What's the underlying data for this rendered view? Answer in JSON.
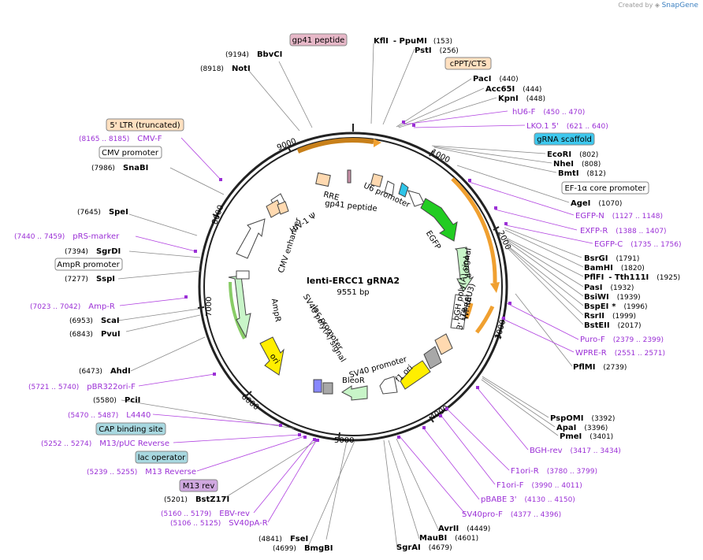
{
  "credit": {
    "prefix": "Created by",
    "brand": "SnapGene"
  },
  "plasmid": {
    "name": "lenti-ERCC1 gRNA2",
    "size": "9551 bp",
    "total_bp": 9551
  },
  "ticks": [
    "1000",
    "2000",
    "3000",
    "4000",
    "5000",
    "6000",
    "7000",
    "8000",
    "9000"
  ],
  "colors": {
    "primer": "#9b30d6",
    "backbone": "#222222",
    "feature_green": "#22cc22",
    "feature_lightgreen": "#c8f5c8",
    "feature_yellow": "#ffee00",
    "feature_orange": "#ffd9b0",
    "feature_gray": "#a8a8a8",
    "feature_cyan": "#2ec4e8",
    "feature_pink": "#c890a8",
    "arrow_orange": "#f0a030"
  },
  "enzymes_right": [
    {
      "name": "KflI",
      "extra": "- PpuMI",
      "pos": "(153)"
    },
    {
      "name": "PstI",
      "pos": "(256)"
    },
    {
      "name": "PacI",
      "pos": "(440)"
    },
    {
      "name": "Acc65I",
      "pos": "(444)"
    },
    {
      "name": "KpnI",
      "pos": "(448)"
    },
    {
      "name": "EcoRI",
      "pos": "(802)"
    },
    {
      "name": "NheI",
      "pos": "(808)"
    },
    {
      "name": "BmtI",
      "pos": "(812)"
    },
    {
      "name": "AgeI",
      "pos": "(1070)"
    },
    {
      "name": "BsrGI",
      "pos": "(1791)"
    },
    {
      "name": "BamHI",
      "pos": "(1820)"
    },
    {
      "name": "PflFI",
      "extra": "- Tth111I",
      "pos": "(1925)"
    },
    {
      "name": "PasI",
      "pos": "(1932)"
    },
    {
      "name": "BsiWI",
      "pos": "(1939)"
    },
    {
      "name": "BspEI",
      "extra": "*",
      "pos": "(1996)"
    },
    {
      "name": "RsrII",
      "pos": "(1999)"
    },
    {
      "name": "BstEII",
      "pos": "(2017)"
    },
    {
      "name": "PflMI",
      "pos": "(2739)"
    },
    {
      "name": "PspOMI",
      "pos": "(3392)"
    },
    {
      "name": "ApaI",
      "pos": "(3396)"
    },
    {
      "name": "PmeI",
      "pos": "(3401)"
    },
    {
      "name": "AvrII",
      "pos": "(4449)"
    },
    {
      "name": "MauBI",
      "pos": "(4601)"
    },
    {
      "name": "SgrAI",
      "pos": "(4679)"
    }
  ],
  "enzymes_left": [
    {
      "name": "BbvCI",
      "pos": "(9194)"
    },
    {
      "name": "NotI",
      "pos": "(8918)"
    },
    {
      "name": "SnaBI",
      "pos": "(7986)"
    },
    {
      "name": "SpeI",
      "pos": "(7645)"
    },
    {
      "name": "SgrDI",
      "pos": "(7394)"
    },
    {
      "name": "SspI",
      "pos": "(7277)"
    },
    {
      "name": "ScaI",
      "pos": "(6953)"
    },
    {
      "name": "PvuI",
      "pos": "(6843)"
    },
    {
      "name": "AhdI",
      "pos": "(6473)"
    },
    {
      "name": "PciI",
      "pos": "(5580)"
    },
    {
      "name": "BstZ17I",
      "pos": "(5201)"
    },
    {
      "name": "FseI",
      "pos": "(4841)"
    },
    {
      "name": "BmgBI",
      "pos": "(4699)"
    }
  ],
  "primers": [
    {
      "name": "hU6-F",
      "range": "(450 .. 470)"
    },
    {
      "name": "LKO.1 5'",
      "range": "(621 .. 640)"
    },
    {
      "name": "EGFP-N",
      "range": "(1127 .. 1148)"
    },
    {
      "name": "EXFP-R",
      "range": "(1388 .. 1407)"
    },
    {
      "name": "EGFP-C",
      "range": "(1735 .. 1756)"
    },
    {
      "name": "Puro-F",
      "range": "(2379 .. 2399)"
    },
    {
      "name": "WPRE-R",
      "range": "(2551 .. 2571)"
    },
    {
      "name": "BGH-rev",
      "range": "(3417 .. 3434)"
    },
    {
      "name": "F1ori-R",
      "range": "(3780 .. 3799)"
    },
    {
      "name": "F1ori-F",
      "range": "(3990 .. 4011)"
    },
    {
      "name": "pBABE 3'",
      "range": "(4130 .. 4150)"
    },
    {
      "name": "SV40pro-F",
      "range": "(4377 .. 4396)"
    },
    {
      "name": "CMV-F",
      "range": "(8165 .. 8185)"
    },
    {
      "name": "pRS-marker",
      "range": "(7440 .. 7459)"
    },
    {
      "name": "Amp-R",
      "range": "(7023 .. 7042)"
    },
    {
      "name": "pBR322ori-F",
      "range": "(5721 .. 5740)"
    },
    {
      "name": "L4440",
      "range": "(5470 .. 5487)"
    },
    {
      "name": "M13/pUC Reverse",
      "range": "(5252 .. 5274)"
    },
    {
      "name": "M13 Reverse",
      "range": "(5239 .. 5255)"
    },
    {
      "name": "EBV-rev",
      "range": "(5160 .. 5179)"
    },
    {
      "name": "SV40pA-R",
      "range": "(5106 .. 5125)"
    }
  ],
  "boxed_features": [
    {
      "name": "gp41 peptide",
      "style": "pink"
    },
    {
      "name": "cPPT/CTS",
      "style": "orange"
    },
    {
      "name": "gRNA scaffold",
      "style": "cyan"
    },
    {
      "name": "EF-1α core promoter",
      "style": "white"
    },
    {
      "name": "5' LTR (truncated)",
      "style": "orange"
    },
    {
      "name": "CMV promoter",
      "style": "white"
    },
    {
      "name": "AmpR promoter",
      "style": "white"
    },
    {
      "name": "CAP binding site",
      "style": "teal"
    },
    {
      "name": "lac operator",
      "style": "teal"
    },
    {
      "name": "M13 rev",
      "style": "purple"
    }
  ],
  "inner_features": [
    {
      "name": "RRE"
    },
    {
      "name": "gp41 peptide"
    },
    {
      "name": "U6 promoter"
    },
    {
      "name": "HIV-1 Ψ"
    },
    {
      "name": "CMV enhancer"
    },
    {
      "name": "EGFP"
    },
    {
      "name": "PuroR"
    },
    {
      "name": "WPRE"
    },
    {
      "name": "bGH poly(A) signal"
    },
    {
      "name": "3' LTR (ΔU3)"
    },
    {
      "name": "f1 ori"
    },
    {
      "name": "SV40 promoter"
    },
    {
      "name": "BleoR"
    },
    {
      "name": "AmpR"
    },
    {
      "name": "SV40 poly(A) signal"
    },
    {
      "name": "lac promoter"
    },
    {
      "name": "ori"
    }
  ]
}
